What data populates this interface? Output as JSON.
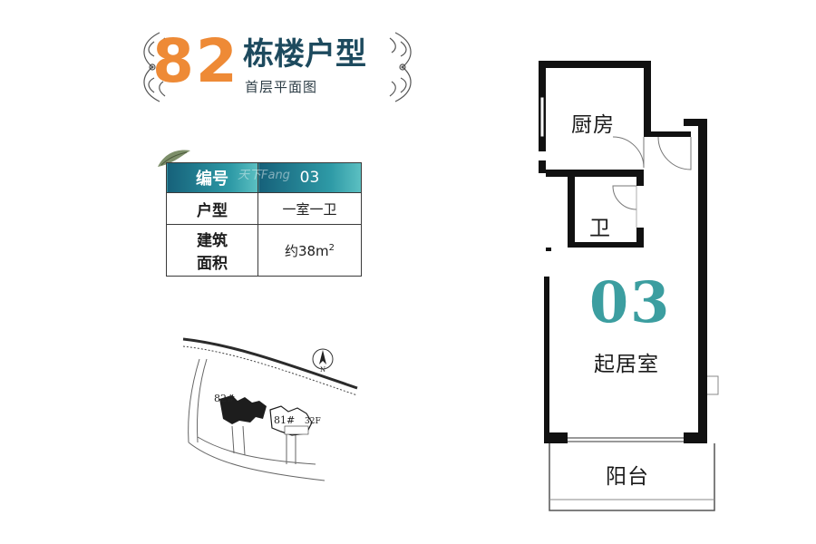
{
  "title": {
    "building_number": "82",
    "heading": "栋楼户型",
    "subheading": "首层平面图"
  },
  "info_table": {
    "rows": [
      {
        "label": "编号",
        "value": "03"
      },
      {
        "label": "户型",
        "value": "一室一卫"
      },
      {
        "label_line1": "建筑",
        "label_line2": "面积",
        "value_prefix": "约38m",
        "value_sup": "2"
      }
    ]
  },
  "site_map": {
    "building_a": "82#",
    "building_b": "81#",
    "building_b_extra": "32F",
    "compass": "N"
  },
  "floor_plan": {
    "unit_code": "03",
    "rooms": {
      "kitchen": "厨房",
      "bathroom": "卫",
      "living": "起居室",
      "balcony": "阳台"
    }
  },
  "colors": {
    "accent_orange": "#ee8a36",
    "title_navy": "#1d4a5e",
    "table_teal": "#16617a",
    "unit_teal": "#3c9ea0"
  },
  "watermark": "天下Fang"
}
